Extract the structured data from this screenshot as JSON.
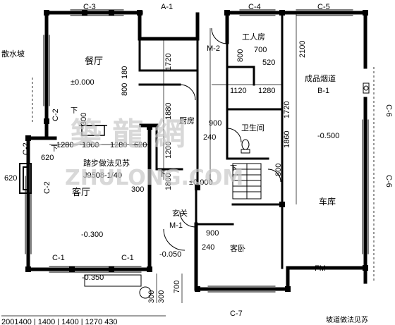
{
  "rooms": {
    "dining": "餐厅",
    "kitchen": "厨房",
    "worker_room": "工人房",
    "bathroom": "卫生间",
    "living": "客厅",
    "entrance": "玄关",
    "guest_bedroom": "客卧",
    "garage": "车库"
  },
  "notes": {
    "apron": "散水坡",
    "flue": "成品烟道",
    "step_ref": "踏步做法见苏",
    "step_code": "J9508-1/40",
    "bottom_note": "坡道做法见苏",
    "fm": "FM-"
  },
  "tags": {
    "c3": "C-3",
    "a1": "A-1",
    "c4": "C-4",
    "c5": "C-5",
    "m2": "M-2",
    "b1": "B-1",
    "c6a": "C-6",
    "c6b": "C-6",
    "c2a": "C-2",
    "c2b": "C-2",
    "c2c": "C-2",
    "m1": "M-1",
    "c1a": "C-1",
    "c1b": "C-1",
    "c7": "C-7",
    "down1": "下",
    "down2": "下",
    "down3": "下",
    "down4": "下"
  },
  "elevations": {
    "dining": "±0.000",
    "hall": "±0.000",
    "living": "-0.300",
    "garage": "-0.500",
    "entry_step": "-0.050",
    "porch": "-0.350"
  },
  "dims": {
    "d700": "700",
    "d520": "520",
    "d2100": "2100",
    "d800a": "800",
    "d1720a": "1720",
    "d800b": "800",
    "d180": "180",
    "d1120": "1120",
    "d1280a": "1280",
    "d1720b": "1720",
    "d1880": "1880",
    "d900a": "900",
    "d240a": "240",
    "d1860": "1860",
    "d300a": "300",
    "d1280b": "1280",
    "d1000": "1000",
    "d1280c": "1280",
    "d620a": "620",
    "d620b": "620",
    "d620c": "620",
    "d800c": "800",
    "d1200": "1200",
    "d1800": "1800",
    "d300b": "300",
    "d900b": "900",
    "d240b": "240",
    "d700b": "700",
    "d300c": "300",
    "d300d": "300",
    "bottom_chain": "2001400 | 1400 | 1400 | 1270 430"
  },
  "watermark": {
    "cn": "築 龍 網",
    "en": "ZHULONG.COM"
  }
}
